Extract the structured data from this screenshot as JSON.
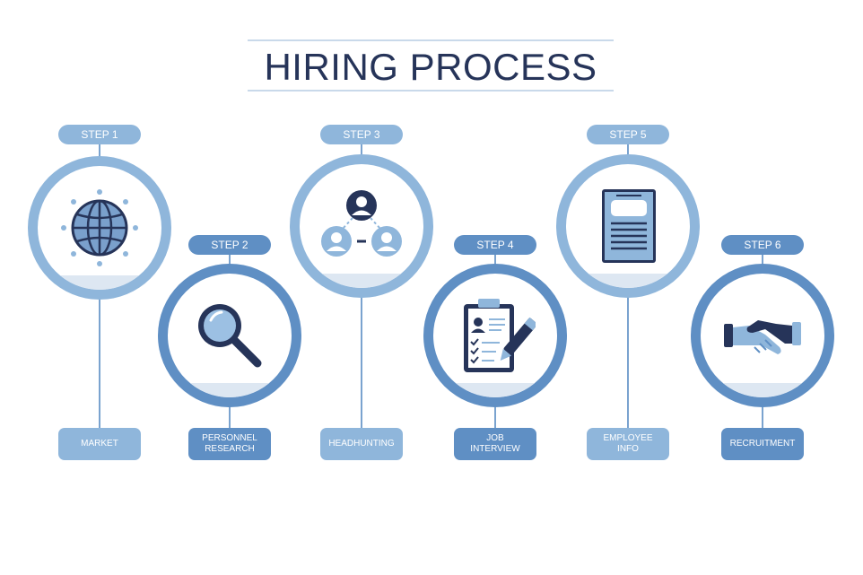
{
  "title": "HIRING PROCESS",
  "colors": {
    "dark": "#5f8fc4",
    "light": "#8fb6db",
    "navy": "#263459",
    "pale": "#dde7f2"
  },
  "steps": [
    {
      "step": "STEP 1",
      "label": "MARKET",
      "icon": "globe-icon"
    },
    {
      "step": "STEP 2",
      "label": "PERSONNEL\nRESEARCH",
      "icon": "magnifier-icon"
    },
    {
      "step": "STEP 3",
      "label": "HEADHUNTING",
      "icon": "people-network-icon"
    },
    {
      "step": "STEP 4",
      "label": "JOB\nINTERVIEW",
      "icon": "clipboard-pen-icon"
    },
    {
      "step": "STEP 5",
      "label": "EMPLOYEE\nINFO",
      "icon": "document-icon"
    },
    {
      "step": "STEP 6",
      "label": "RECRUITMENT",
      "icon": "handshake-icon"
    }
  ]
}
